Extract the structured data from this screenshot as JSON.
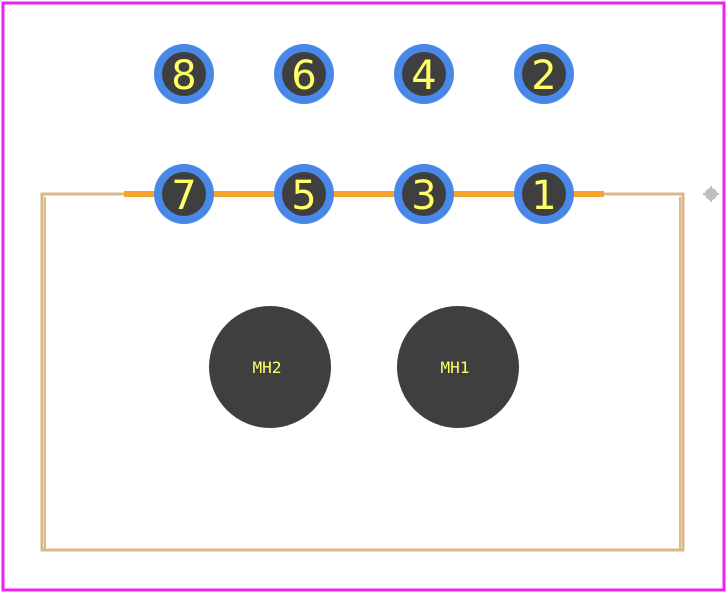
{
  "footprint": {
    "colors": {
      "courtyard": "#ee22ee",
      "silkscreen": "#f6a32e",
      "fabrication": "#d8b887",
      "copper_ring": "#4a88e8",
      "drill": "#3f3f3f",
      "label": "#ffff66",
      "origin_marker": "#bfbfbf"
    },
    "pads": [
      {
        "label": "8"
      },
      {
        "label": "6"
      },
      {
        "label": "4"
      },
      {
        "label": "2"
      },
      {
        "label": "7"
      },
      {
        "label": "5"
      },
      {
        "label": "3"
      },
      {
        "label": "1"
      }
    ],
    "mounting_holes": [
      {
        "label": "MH2"
      },
      {
        "label": "MH1"
      }
    ]
  }
}
